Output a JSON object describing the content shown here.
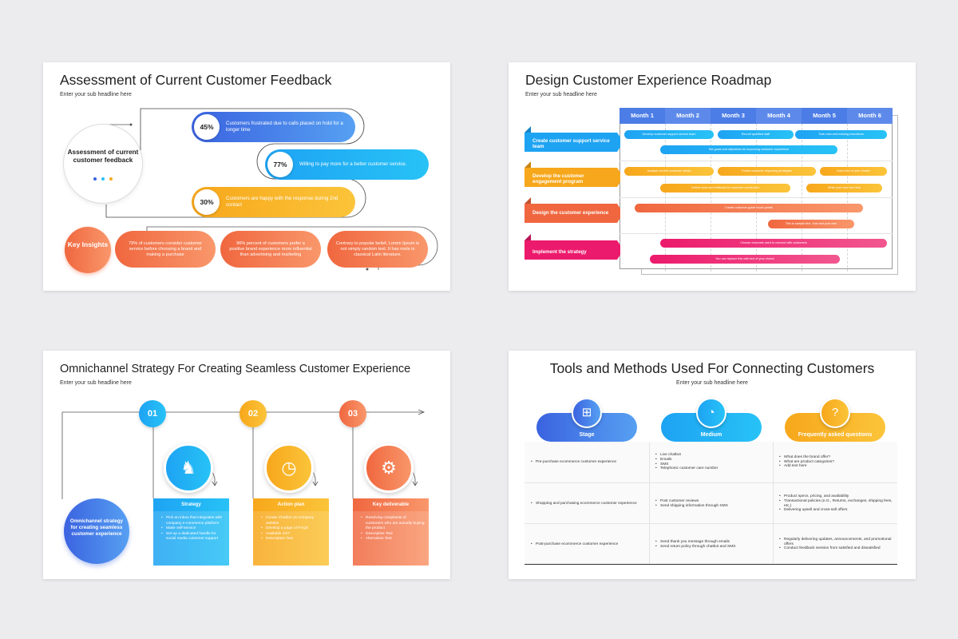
{
  "colors": {
    "blue": "#3b63e0",
    "cyan": "#1ea3f3",
    "yellow": "#f7a71b",
    "orange": "#f0673f",
    "pink": "#ec1a6c"
  },
  "slide1": {
    "title": "Assessment of Current Customer Feedback",
    "subtitle": "Enter your sub headline here",
    "circle_label": "Assessment of current customer feedback",
    "pills": [
      {
        "pct": "45%",
        "text": "Customers frustrated due to calls placed on hold for a longer time"
      },
      {
        "pct": "77%",
        "text": "Willing to pay more for a better customer service."
      },
      {
        "pct": "30%",
        "text": "Customers are happy with the response during 2nd contact"
      }
    ],
    "insights_label": "Key Insights",
    "insights": [
      "79% of customers consider customer service before choosing a brand and making a purchase",
      "96% percent of customers prefer a positive brand experience more influential than advertising and marketing",
      "Contrary to popular belief, Lorem Ipsum is not simply random text. It has roots in classical Latin literature."
    ]
  },
  "slide2": {
    "title": "Design Customer Experience Roadmap",
    "subtitle": "Enter your sub headline here",
    "months": [
      "Month 1",
      "Month 2",
      "Month 3",
      "Month 4",
      "Month 5",
      "Month 6"
    ],
    "stages": [
      "Create customer support service team",
      "Develop the customer engagement program",
      "Design the customer experience",
      "Implement the strategy"
    ],
    "bars": [
      "Develop customer support service team",
      "Recruit qualified staff",
      "Train new and existing executives",
      "Set goals and objectives for improving customer experience",
      "Analyse current customer needs",
      "Frame customer improving strategies",
      "Insert text of your choice",
      "Define tools and methods for customer connection",
      "Write your own text here",
      "Create customer guide touch points",
      "This is sample text. Just add your own",
      "Choose channels used to connect with customers",
      "You can replace this with text of your choice"
    ]
  },
  "slide3": {
    "title": "Omnichannel Strategy For Creating Seamless Customer Experience",
    "subtitle": "Enter your sub headline here",
    "circle_label": "Omnichannel strategy for creating seamless customer experience",
    "steps": [
      {
        "num": "01",
        "title": "Strategy",
        "icon": "chess-knight-icon",
        "items": [
          "Pick an inbox that integrates with company e-commerce platform",
          "Make self-service",
          "Set up a dedicated handle for social media customer support"
        ]
      },
      {
        "num": "02",
        "title": "Action plan",
        "icon": "clock-chart-icon",
        "items": [
          "Create Chatbot on company website",
          "Develop a page of FAQS",
          "Available 24/7",
          "Description Text"
        ]
      },
      {
        "num": "03",
        "title": "Key deliverable",
        "icon": "gear-documents-icon",
        "items": [
          "Resolving complaints of customers who are actually buying the product",
          "Descriptive Text",
          "Alternative Text"
        ]
      }
    ]
  },
  "slide4": {
    "title": "Tools and Methods Used For Connecting Customers",
    "subtitle": "Enter your sub headline here",
    "columns": [
      {
        "label": "Stage",
        "icon": "flowchart-icon"
      },
      {
        "label": "Medium",
        "icon": "gauge-icon"
      },
      {
        "label": "Frequently asked questions",
        "icon": "chat-question-icon"
      }
    ],
    "rows": [
      {
        "stage": [
          "Pre-purchase ecommerce customer experience"
        ],
        "medium": [
          "Live chatbot",
          "Emails",
          "SMS",
          "Telephonic customer care number"
        ],
        "faq": [
          "What does the brand offer?",
          "What are product categories?",
          "Add text here"
        ]
      },
      {
        "stage": [
          "Shopping and purchasing ecommerce customer experience"
        ],
        "medium": [
          "Post customer reviews",
          "Send shipping information through SMS"
        ],
        "faq": [
          "Product specs, pricing, and availability",
          "Transactional policies (e.G., Returns, exchanges, shipping fees, etc.)",
          "Delivering upsell and cross-sell offers"
        ]
      },
      {
        "stage": [
          "Post-purchase ecommerce customer experience"
        ],
        "medium": [
          "Send thank you message through emails",
          "Send return policy through chatbot and SMS"
        ],
        "faq": [
          "Regularly delivering updates, announcements, and promotional offers",
          "Conduct feedback session from satisfied and dissatisfied"
        ]
      }
    ]
  }
}
